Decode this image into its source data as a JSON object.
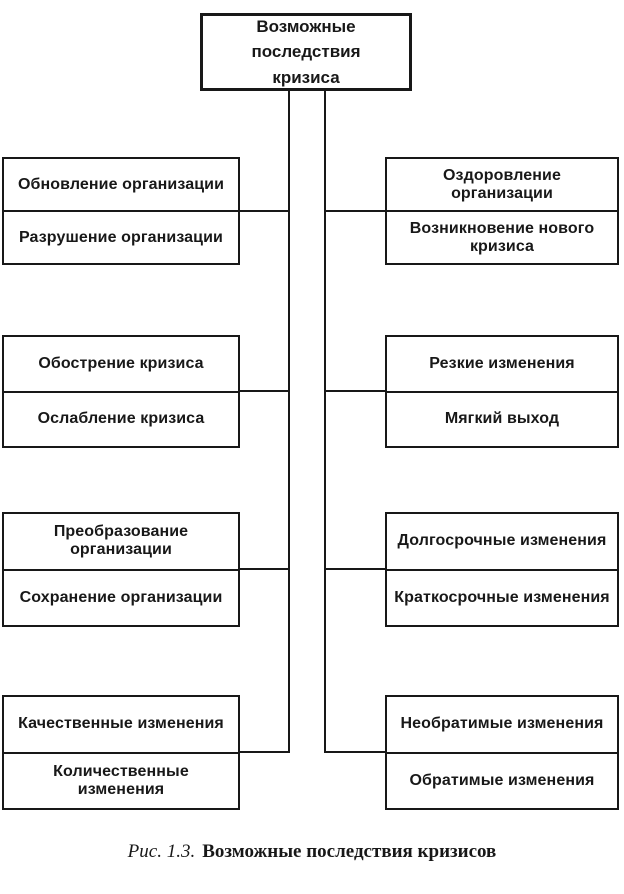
{
  "diagram": {
    "root": {
      "line1": "Возможные последствия",
      "line2": "кризиса"
    },
    "left_pairs": [
      {
        "top": "Обновление организации",
        "bottom": "Разрушение организации"
      },
      {
        "top": "Обострение кризиса",
        "bottom": "Ослабление кризиса"
      },
      {
        "top": "Преобразование организации",
        "bottom": "Сохранение организации"
      },
      {
        "top": "Качественные изменения",
        "bottom": "Количественные изменения"
      }
    ],
    "right_pairs": [
      {
        "top": "Оздоровление организации",
        "bottom": "Возникновение нового кризиса"
      },
      {
        "top": "Резкие изменения",
        "bottom": "Мягкий выход"
      },
      {
        "top": "Долгосрочные изменения",
        "bottom": "Краткосрочные изменения"
      },
      {
        "top": "Необратимые изменения",
        "bottom": "Обратимые изменения"
      }
    ],
    "caption": {
      "prefix": "Рис. 1.3.",
      "text": "Возможные последствия кризисов"
    },
    "colors": {
      "ink": "#181818",
      "paper": "#ffffff"
    }
  }
}
